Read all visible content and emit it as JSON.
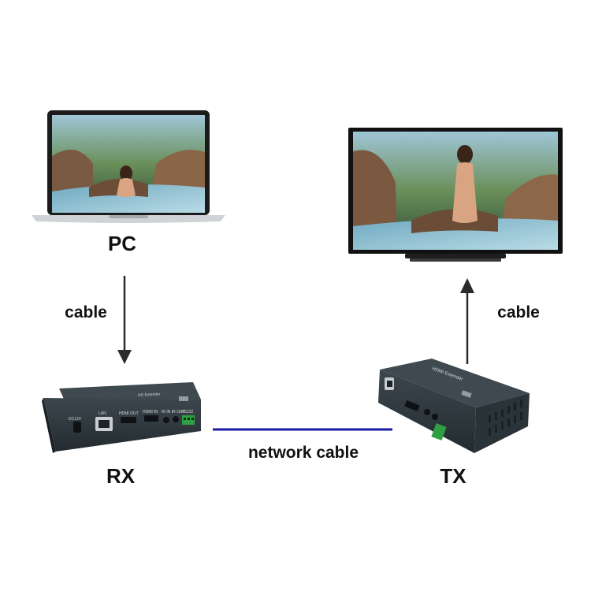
{
  "labels": {
    "pc": "PC",
    "rx": "RX",
    "tx": "TX",
    "cable_left": "cable",
    "cable_right": "cable",
    "network_cable": "network cable"
  },
  "devices": {
    "rx_panel": {
      "title": "HD Extender",
      "port_power": "DC12V",
      "port_lan": "LAN",
      "port_hdmi_out": "HDMI OUT",
      "port_hdmi_in": "HDMI IN",
      "port_ir": "IR IN  IR OUT",
      "port_rs232": "RS232"
    },
    "tx_panel": {
      "title": "HDMI Extender"
    }
  },
  "colors": {
    "network_line": "#1a1aa8",
    "arrow": "#2b2b2b",
    "device_body": "#2f3a40",
    "terminal_green": "#2ea043"
  },
  "icons": {
    "laptop": "laptop-icon",
    "tv": "tv-icon",
    "rx_box": "rx-device-icon",
    "tx_box": "tx-device-icon"
  }
}
